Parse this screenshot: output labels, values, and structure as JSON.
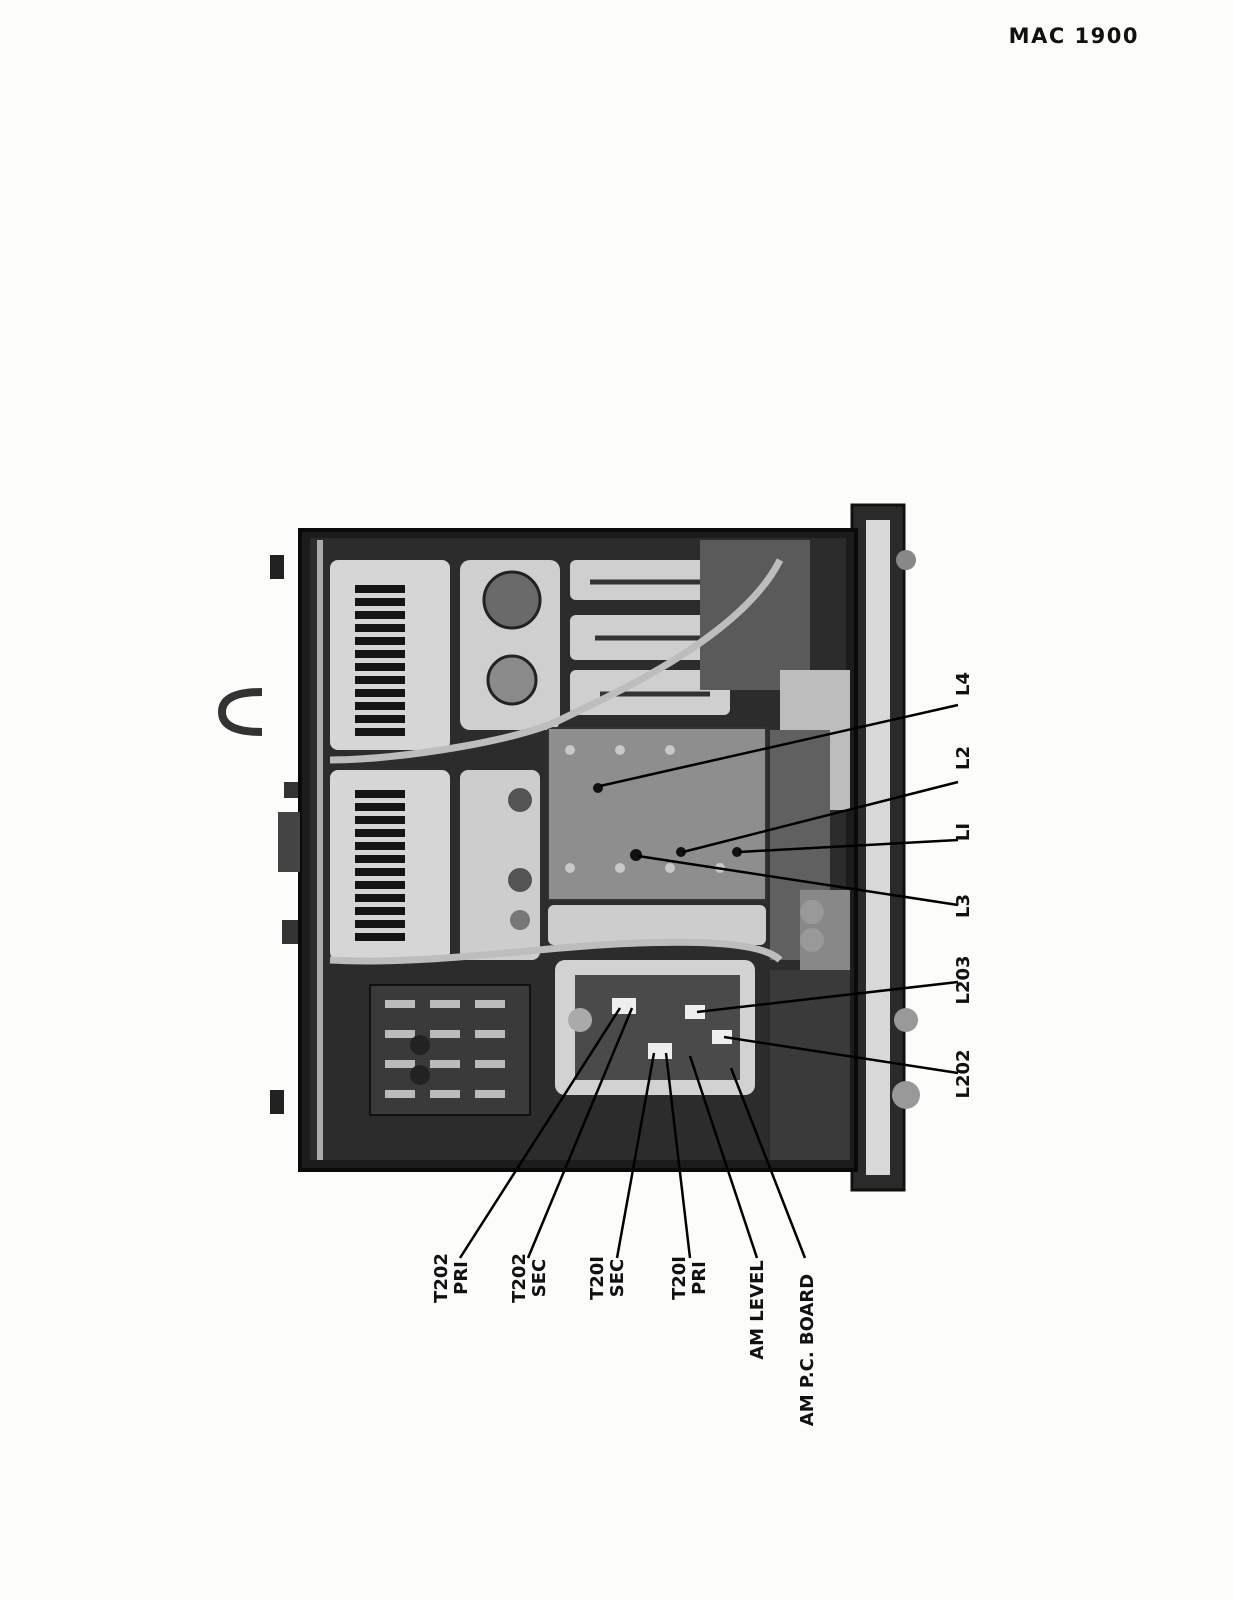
{
  "header": {
    "model": "MAC 1900"
  },
  "figure": {
    "callouts_right": [
      "L4",
      "L2",
      "LI",
      "L3",
      "L203",
      "L202"
    ],
    "callouts_bottom": [
      {
        "line1": "T202",
        "line2": "PRI"
      },
      {
        "line1": "T202",
        "line2": "SEC"
      },
      {
        "line1": "T20I",
        "line2": "SEC"
      },
      {
        "line1": "T20I",
        "line2": "PRI"
      },
      {
        "line1": "AM LEVEL",
        "line2": ""
      },
      {
        "line1": "AM P.C.  BOARD",
        "line2": ""
      }
    ]
  }
}
